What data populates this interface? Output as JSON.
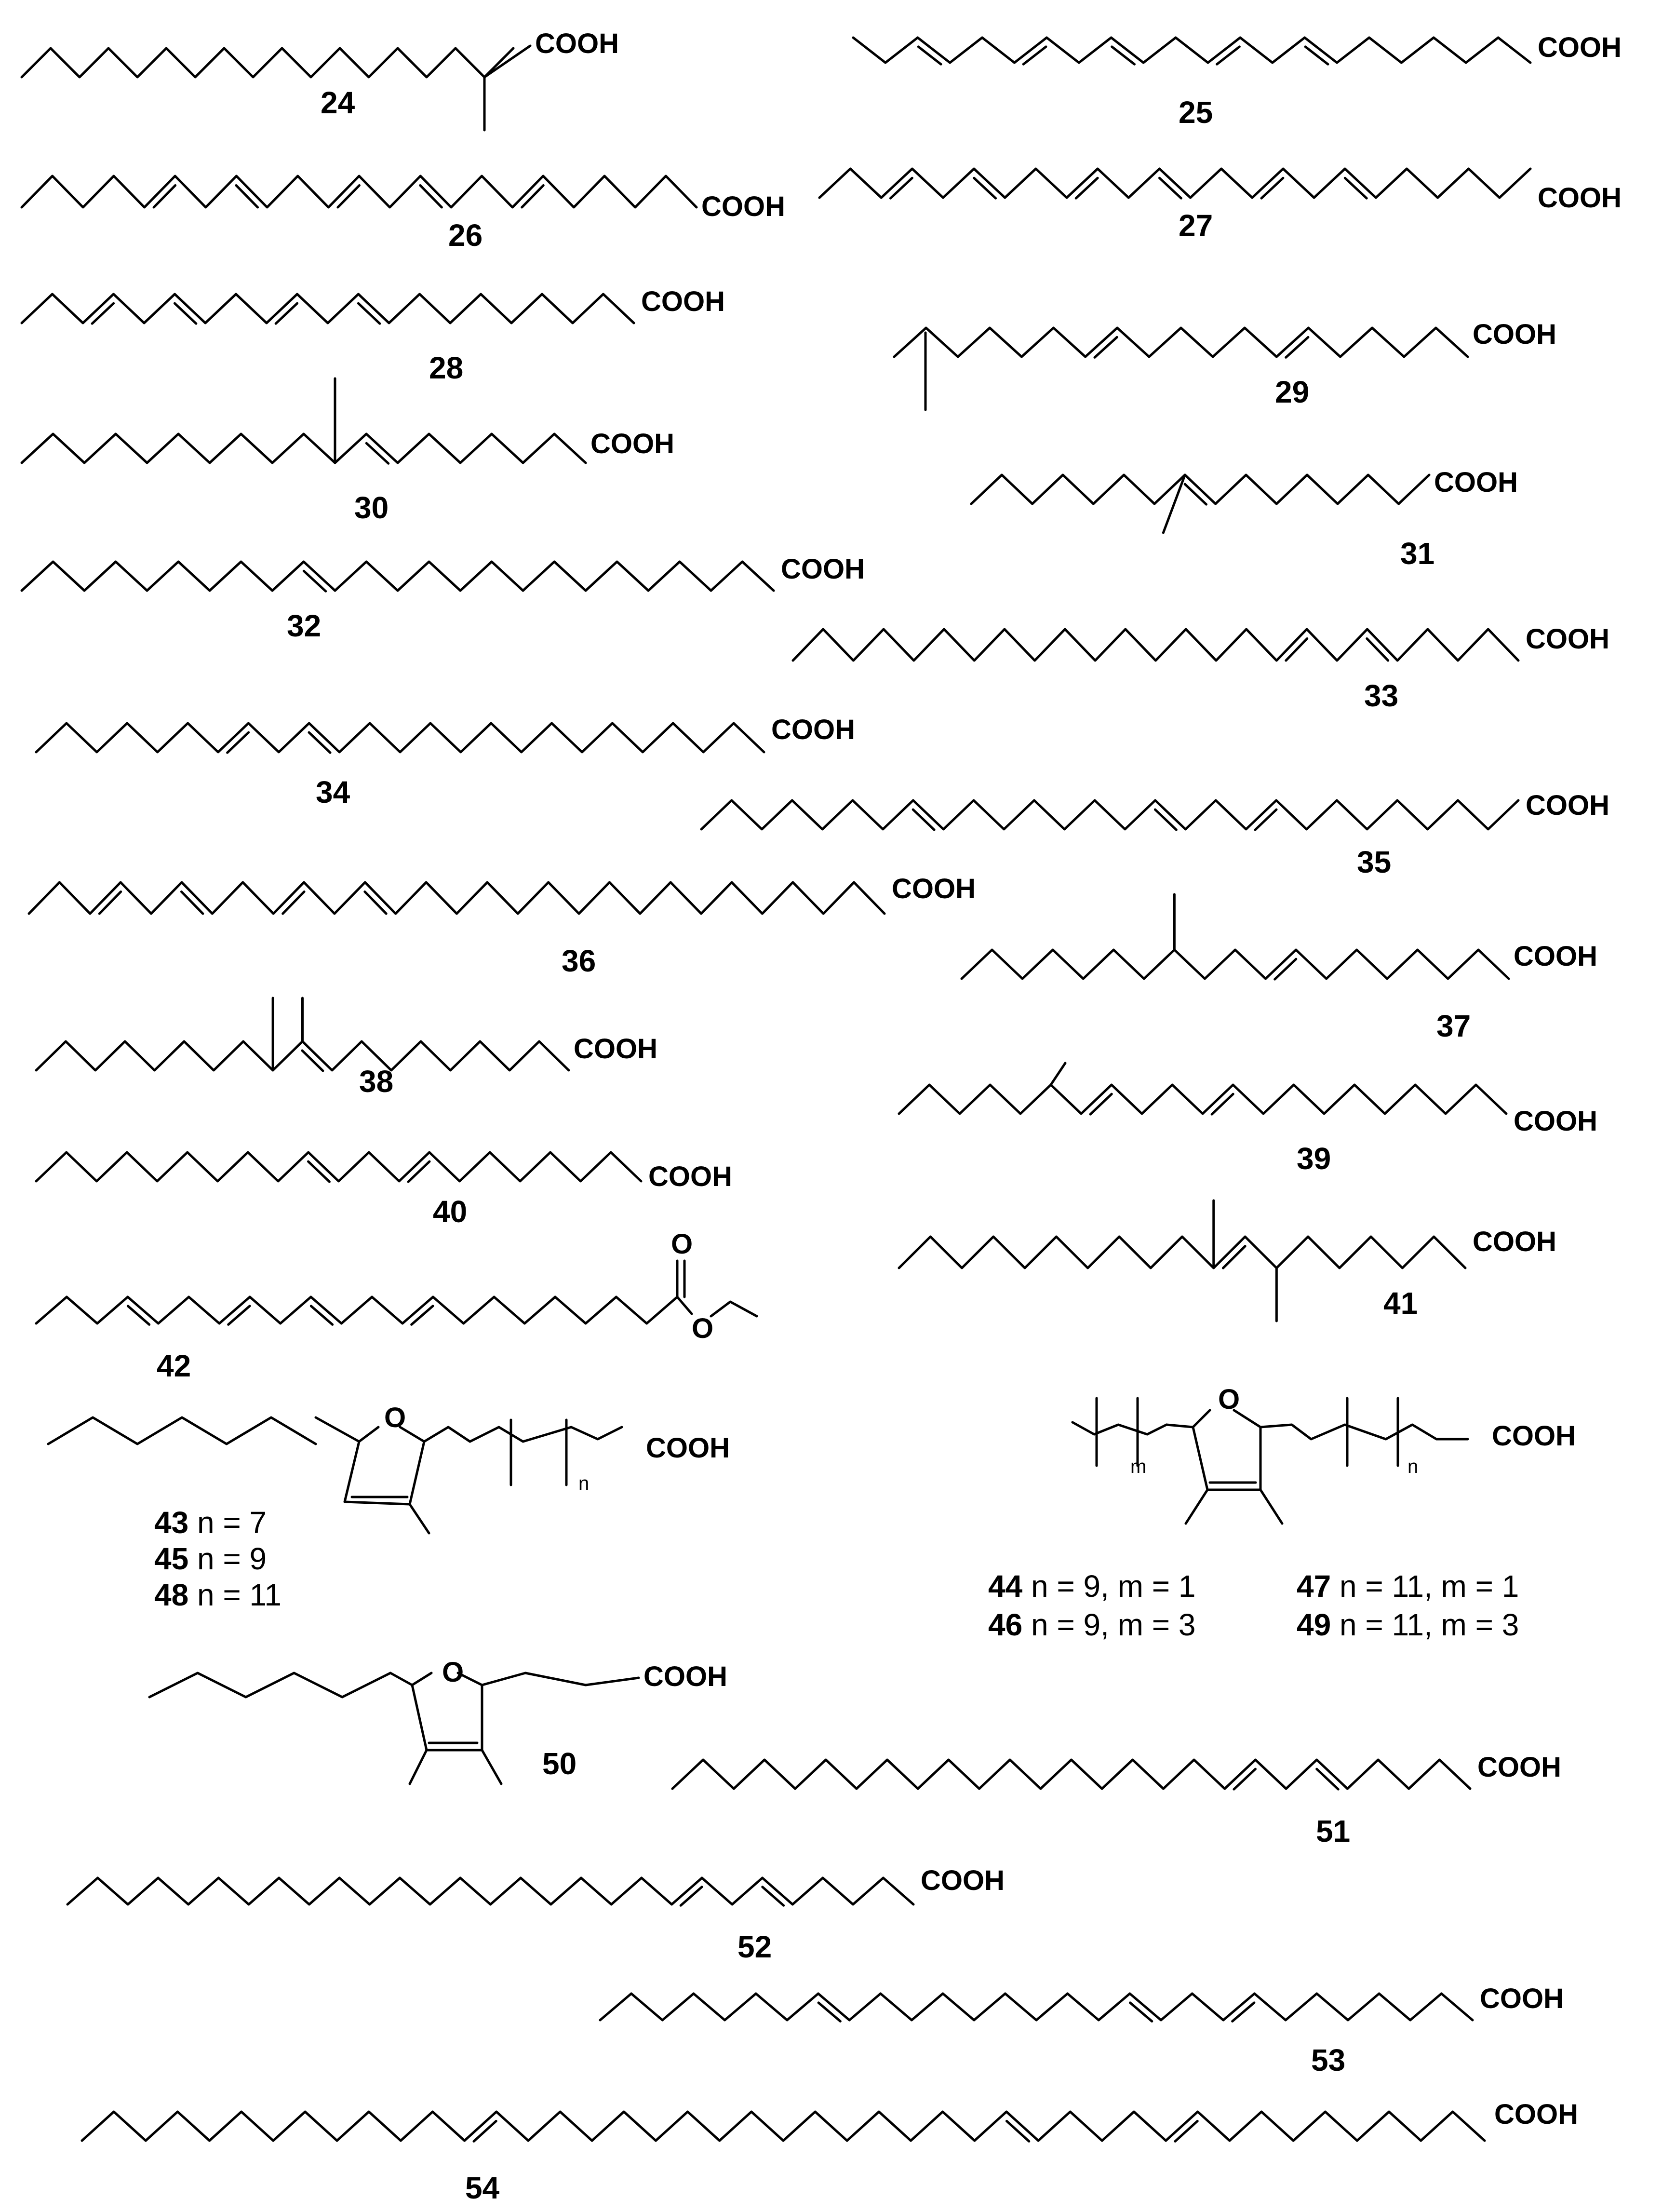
{
  "acid_label": "COOH",
  "compounds": [
    {
      "id": "24"
    },
    {
      "id": "25"
    },
    {
      "id": "26"
    },
    {
      "id": "27"
    },
    {
      "id": "28"
    },
    {
      "id": "29"
    },
    {
      "id": "30"
    },
    {
      "id": "31"
    },
    {
      "id": "32"
    },
    {
      "id": "33"
    },
    {
      "id": "34"
    },
    {
      "id": "35"
    },
    {
      "id": "36"
    },
    {
      "id": "37"
    },
    {
      "id": "38"
    },
    {
      "id": "39"
    },
    {
      "id": "40"
    },
    {
      "id": "41"
    },
    {
      "id": "42"
    },
    {
      "id": "50"
    },
    {
      "id": "51"
    },
    {
      "id": "52"
    },
    {
      "id": "53"
    },
    {
      "id": "54"
    }
  ],
  "atoms": {
    "oxygen": "O",
    "ester_carbonyl_o": "O",
    "ester_o": "O"
  },
  "subscripts": {
    "n": "n",
    "m": "m"
  },
  "furan_series_a": [
    {
      "id": "43",
      "params": "n = 7"
    },
    {
      "id": "45",
      "params": "n = 9"
    },
    {
      "id": "48",
      "params": "n = 11"
    }
  ],
  "furan_series_b": [
    {
      "id": "44",
      "params": "n = 9, m = 1"
    },
    {
      "id": "46",
      "params": "n = 9, m = 3"
    },
    {
      "id": "47",
      "params": "n = 11, m = 1"
    },
    {
      "id": "49",
      "params": "n = 11, m = 3"
    }
  ]
}
